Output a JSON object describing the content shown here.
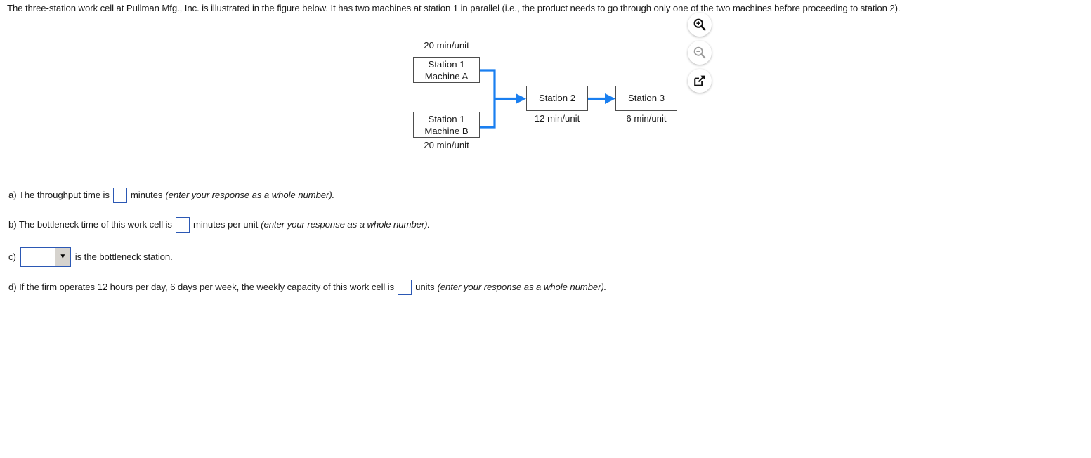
{
  "problem": {
    "statement": "The three-station work cell at Pullman Mfg., Inc. is illustrated in the figure below. It has two machines at station 1 in parallel (i.e., the product needs to go through only one of the two machines before proceeding to station 2)."
  },
  "figure": {
    "boxes": [
      {
        "id": "machine-a",
        "line1": "Station 1",
        "line2": "Machine A",
        "time_label": "20 min/unit"
      },
      {
        "id": "machine-b",
        "line1": "Station 1",
        "line2": "Machine B",
        "time_label": "20 min/unit"
      },
      {
        "id": "station-2",
        "line1": "Station 2",
        "time_label": "12 min/unit"
      },
      {
        "id": "station-3",
        "line1": "Station 3",
        "time_label": "6 min/unit"
      }
    ],
    "flow_color": "#1a7ff0",
    "box_border_color": "#4d4d4d"
  },
  "tools": [
    {
      "name": "zoom-in-icon",
      "label": "Zoom in",
      "enabled": true
    },
    {
      "name": "zoom-out-icon",
      "label": "Zoom out",
      "enabled": false
    },
    {
      "name": "open-in-new-window-icon",
      "label": "Open in new window",
      "enabled": true
    }
  ],
  "answers": {
    "a": {
      "prefix": "a) The throughput time is",
      "input_value": "",
      "suffix": "minutes",
      "hint": "(enter your response as a whole number)."
    },
    "b": {
      "prefix": "b) The bottleneck time of this work cell is",
      "input_value": "",
      "suffix": "minutes per unit",
      "hint": "(enter your response as a whole number)."
    },
    "c": {
      "prefix": "c)",
      "selected_value": "",
      "dropdown_arrow": "▼",
      "suffix": "is the bottleneck station."
    },
    "d": {
      "prefix": "d) If the firm operates 12 hours per day, 6 days per week, the weekly capacity of this work cell is",
      "input_value": "",
      "suffix": "units",
      "hint": "(enter your response as a whole number)."
    }
  },
  "colors": {
    "input_border": "#2b58b4",
    "flow_blue": "#1a7ff0",
    "text": "#1a1a1a"
  }
}
